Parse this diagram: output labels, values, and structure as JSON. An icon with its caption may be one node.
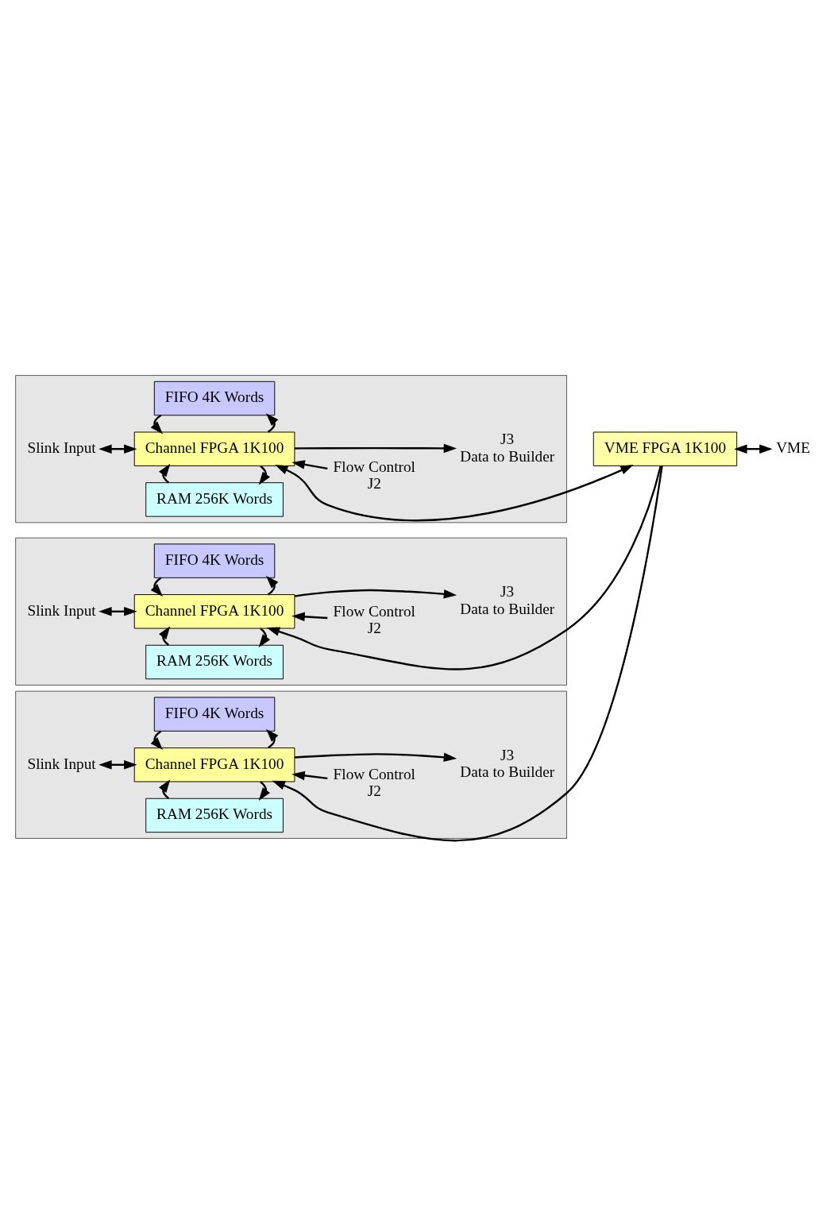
{
  "diagram": {
    "nodes": [
      {
        "text": [],
        "shape": "box"
      },
      {
        "text": [
          "Slink Input"
        ],
        "in": 0
      },
      {
        "text": [
          "Channel FPGA 1K100"
        ],
        "in": 0
      },
      {
        "text": [
          "Flow Control",
          "J2"
        ],
        "in": 0
      },
      {
        "text": [
          "J3",
          "Data to Builder"
        ],
        "in": 0
      },
      {
        "text": [
          "FIFO 4K Words"
        ],
        "in": 0
      },
      {
        "text": [
          "RAM 256K Words"
        ],
        "in": 0
      },
      {
        "text": [],
        "shape": "box"
      },
      {
        "text": [
          "Slink Input"
        ],
        "in": 7
      },
      {
        "text": [
          "Channel FPGA 1K100"
        ],
        "in": 7
      },
      {
        "text": [
          "Flow Control",
          "J2"
        ],
        "in": 7
      },
      {
        "text": [
          "J3",
          "Data to Builder"
        ],
        "in": 7
      },
      {
        "text": [
          "FIFO 4K Words"
        ],
        "in": 7
      },
      {
        "text": [
          "RAM 256K Words"
        ],
        "in": 7
      },
      {
        "text": [],
        "shape": "box"
      },
      {
        "text": [
          "Slink Input"
        ],
        "in": 14
      },
      {
        "text": [
          "Channel FPGA 1K100"
        ],
        "in": 14
      },
      {
        "text": [
          "Flow Control",
          "J2"
        ],
        "in": 14
      },
      {
        "text": [
          "J3",
          "Data to Builder"
        ],
        "in": 14
      },
      {
        "text": [
          "FIFO 4K Words"
        ],
        "in": 14
      },
      {
        "text": [
          "RAM 256K Words"
        ],
        "in": 14
      },
      {
        "text": [
          "VME FPGA 1K100"
        ]
      },
      {
        "text": [
          "VME"
        ]
      }
    ],
    "edges": [
      {
        "from": 1,
        "to": 2,
        "arrow": "both"
      },
      {
        "from": 3,
        "to": 2,
        "arrow": "to"
      },
      {
        "from": 2,
        "to": 4,
        "arrow": "to"
      },
      {
        "from": 2,
        "to": 5,
        "arrow": "to"
      },
      {
        "from": 5,
        "to": 2,
        "arrow": "to"
      },
      {
        "from": 2,
        "to": 6,
        "arrow": "to"
      },
      {
        "from": 6,
        "to": 2,
        "arrow": "to"
      },
      {
        "from": 8,
        "to": 9,
        "arrow": "both"
      },
      {
        "from": 10,
        "to": 9,
        "arrow": "to"
      },
      {
        "from": 9,
        "to": 11,
        "arrow": "to"
      },
      {
        "from": 9,
        "to": 12,
        "arrow": "to"
      },
      {
        "from": 12,
        "to": 9,
        "arrow": "to"
      },
      {
        "from": 9,
        "to": 13,
        "arrow": "to"
      },
      {
        "from": 13,
        "to": 9,
        "arrow": "to"
      },
      {
        "from": 15,
        "to": 16,
        "arrow": "both"
      },
      {
        "from": 17,
        "to": 16,
        "arrow": "to"
      },
      {
        "from": 16,
        "to": 18,
        "arrow": "to"
      },
      {
        "from": 16,
        "to": 19,
        "arrow": "to"
      },
      {
        "from": 19,
        "to": 16,
        "arrow": "to"
      },
      {
        "from": 16,
        "to": 20,
        "arrow": "to"
      },
      {
        "from": 20,
        "to": 16,
        "arrow": "to"
      },
      {
        "from": 2,
        "to": 21,
        "arrow": "both"
      },
      {
        "from": 21,
        "to": 9,
        "arrow": "to"
      },
      {
        "from": 21,
        "to": 16,
        "arrow": "to"
      },
      {
        "from": 21,
        "to": 22,
        "arrow": "both"
      }
    ]
  }
}
